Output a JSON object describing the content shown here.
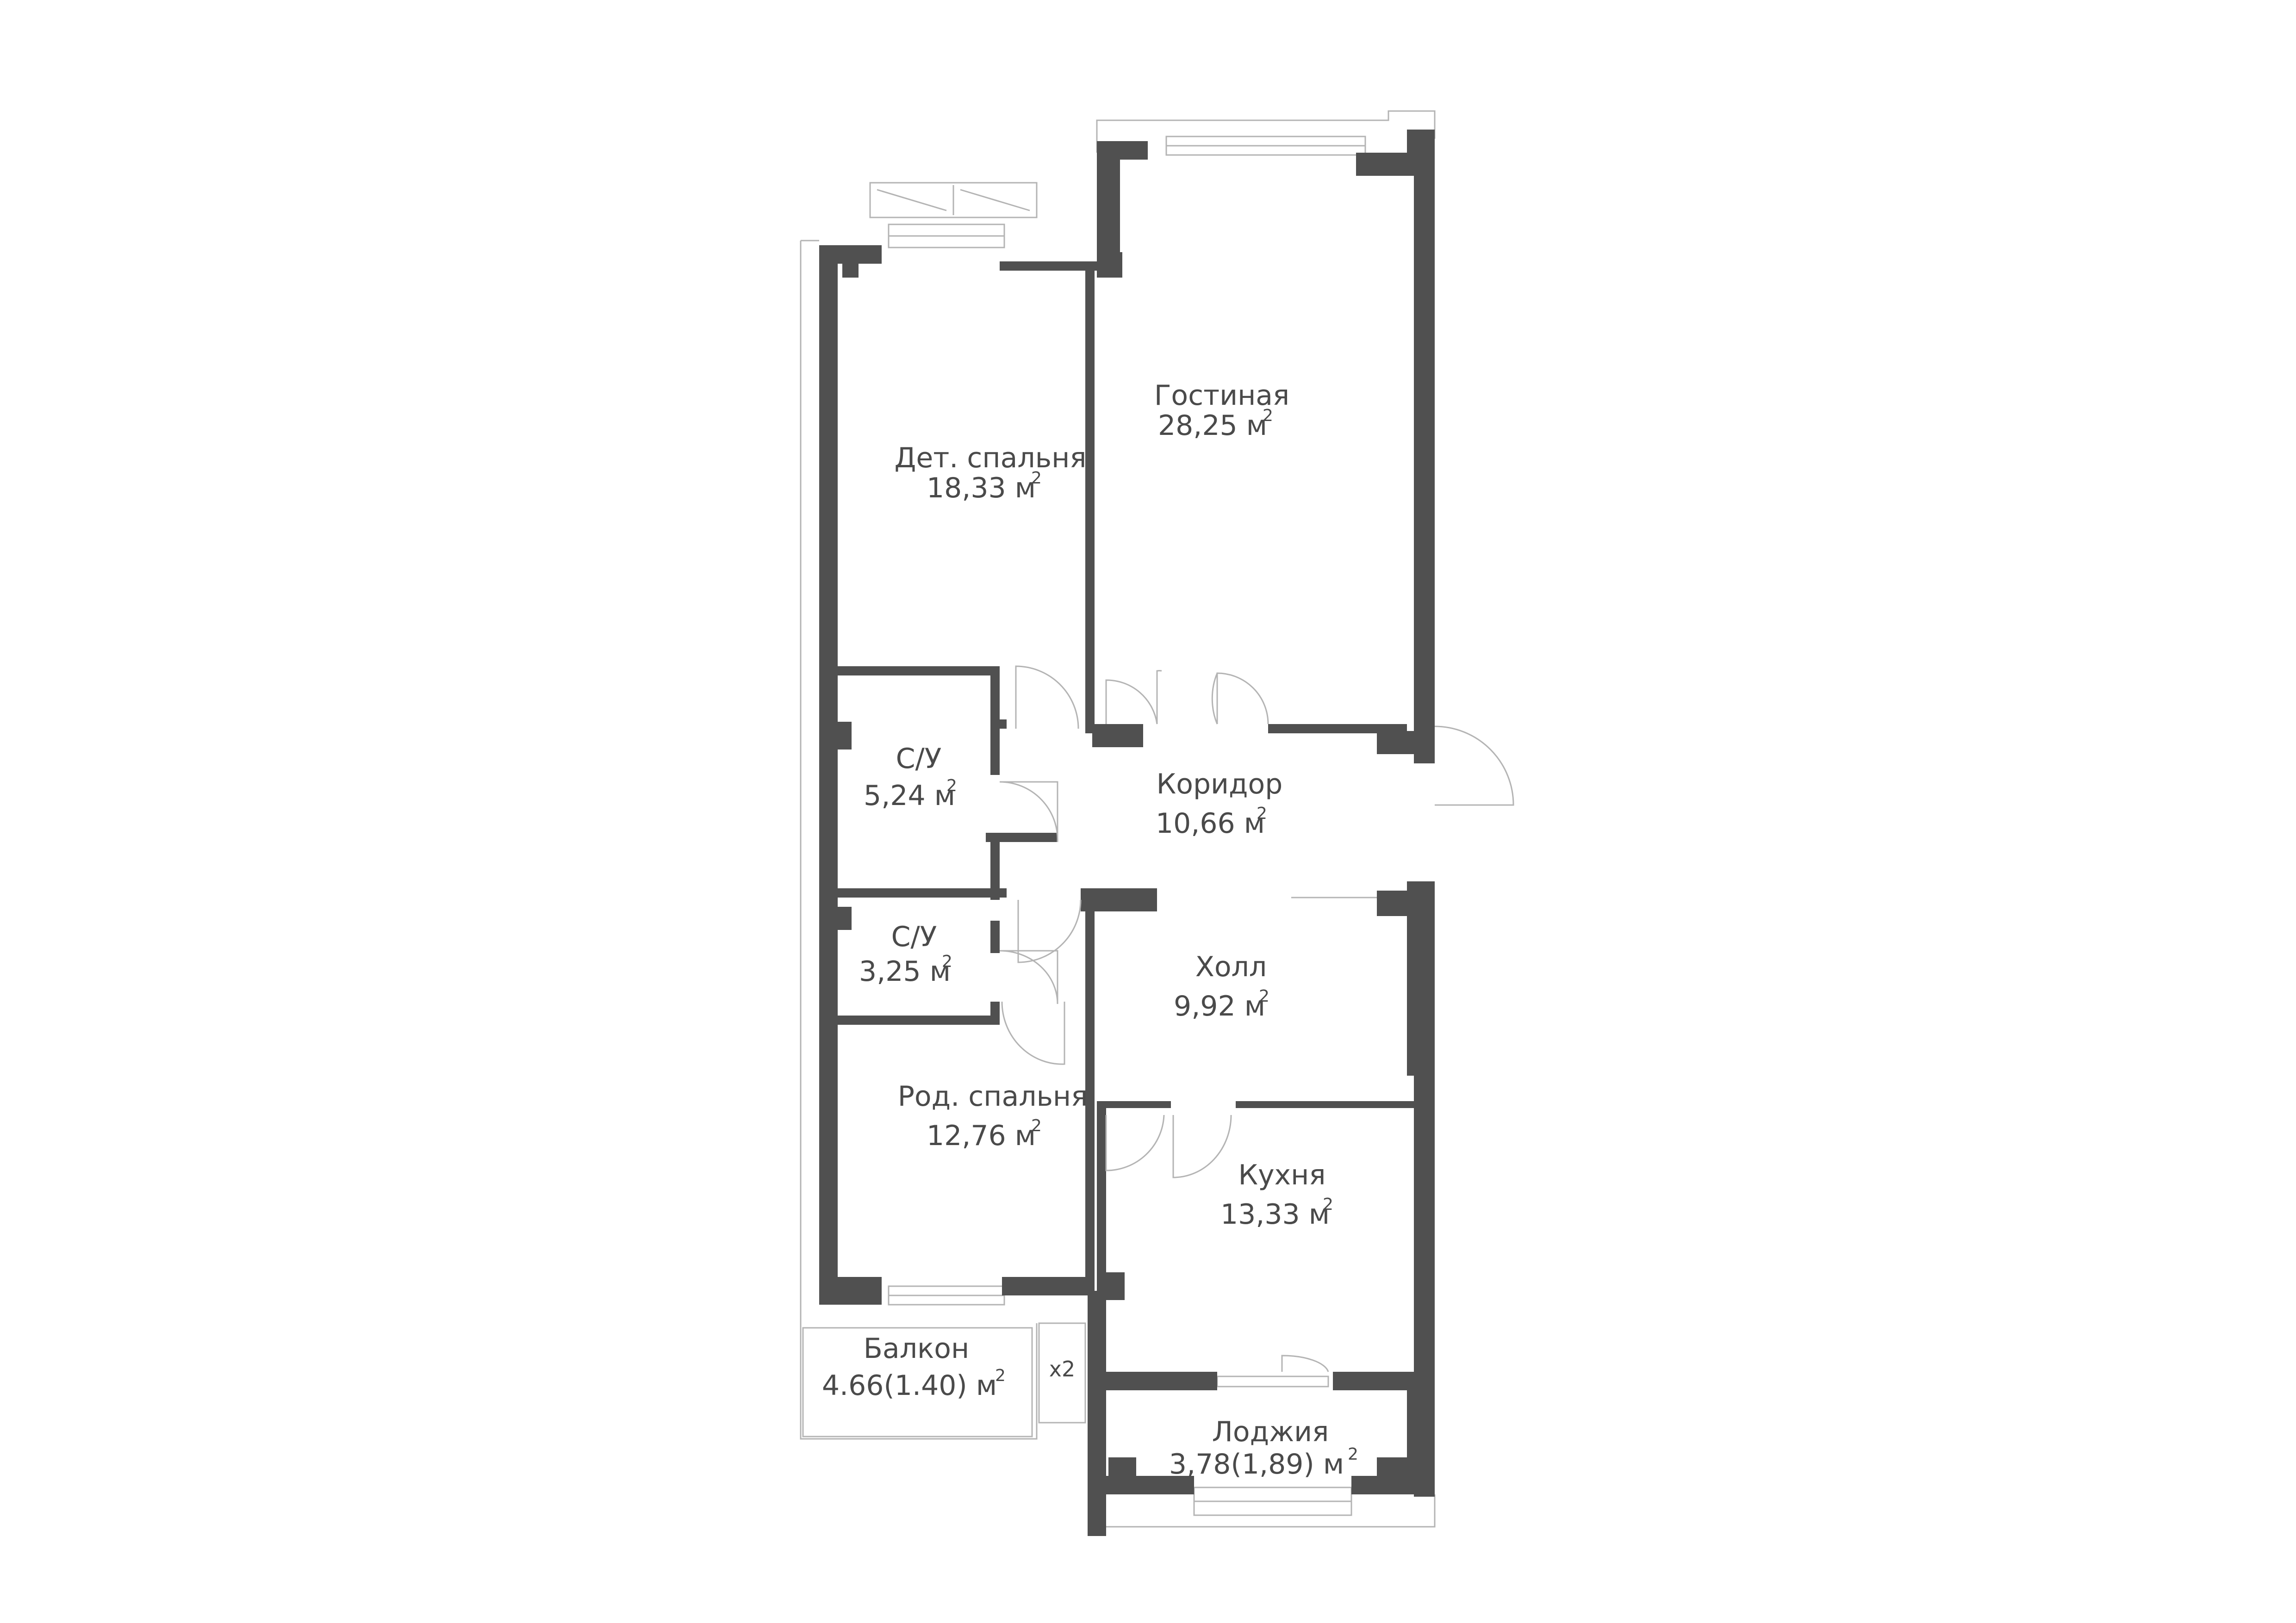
{
  "plan": {
    "area_unit": "м",
    "area_superscript": "2",
    "multiplier_label": "x2",
    "rooms": [
      {
        "id": "living",
        "name": "Гостиная",
        "area": "28,25 м"
      },
      {
        "id": "kids-bedroom",
        "name": "Дет. спальня",
        "area": "18,33 м"
      },
      {
        "id": "bathroom-1",
        "name": "С/У",
        "area": "5,24 м"
      },
      {
        "id": "corridor",
        "name": "Коридор",
        "area": "10,66 м"
      },
      {
        "id": "bathroom-2",
        "name": "С/У",
        "area": "3,25 м"
      },
      {
        "id": "hall",
        "name": "Холл",
        "area": "9,92 м"
      },
      {
        "id": "parents-bedroom",
        "name": "Род. спальня",
        "area": "12,76 м"
      },
      {
        "id": "kitchen",
        "name": "Кухня",
        "area": "13,33 м"
      },
      {
        "id": "balcony",
        "name": "Балкон",
        "area": "4.66(1.40) м"
      },
      {
        "id": "loggia",
        "name": "Лоджия",
        "area": "3,78(1,89) м"
      }
    ]
  },
  "colors": {
    "wall": "#505050",
    "thin_line": "#b4b4b4",
    "text": "#4a4a4a",
    "background": "#ffffff"
  }
}
